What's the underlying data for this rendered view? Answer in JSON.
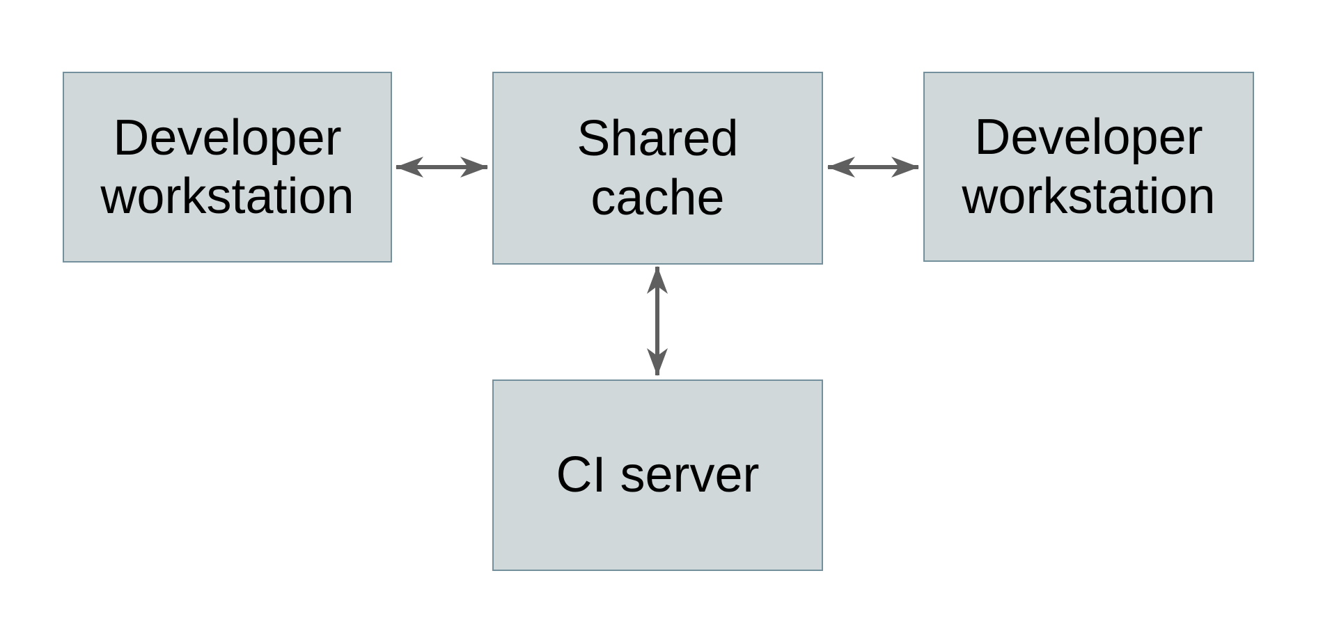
{
  "diagram": {
    "nodes": {
      "left_workstation": {
        "label": "Developer workstation"
      },
      "shared_cache": {
        "label": "Shared cache"
      },
      "right_workstation": {
        "label": "Developer workstation"
      },
      "ci_server": {
        "label": "CI server"
      }
    },
    "edges": [
      {
        "from": "left_workstation",
        "to": "shared_cache",
        "direction": "bidirectional"
      },
      {
        "from": "right_workstation",
        "to": "shared_cache",
        "direction": "bidirectional"
      },
      {
        "from": "ci_server",
        "to": "shared_cache",
        "direction": "bidirectional"
      }
    ],
    "colors": {
      "background": "#ffffff",
      "node_fill": "#d1d8da",
      "node_border": "#74909d",
      "arrow": "#5f5f5f",
      "text": "#000000"
    }
  }
}
